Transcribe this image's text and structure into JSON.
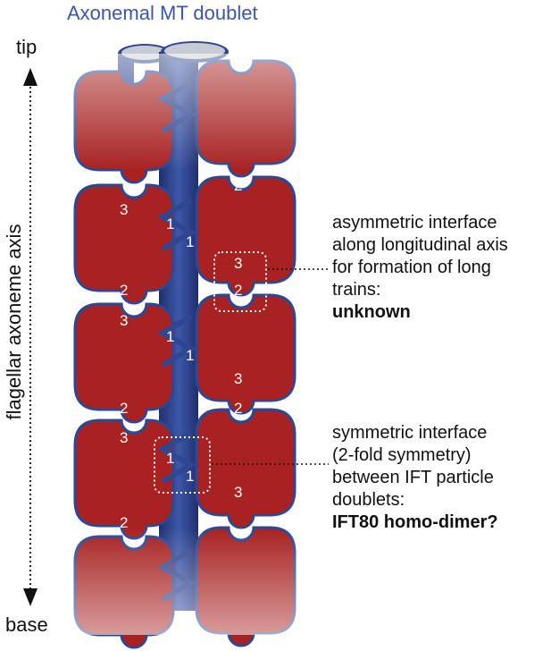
{
  "title": "Axonemal MT doublet",
  "axis": {
    "top": "tip",
    "bottom": "base",
    "label": "flagellar axoneme axis"
  },
  "interface_numbers": {
    "one": "1",
    "two": "2",
    "three": "3"
  },
  "annotations": {
    "asymmetric": {
      "lines": [
        "asymmetric interface",
        "along longitudinal axis",
        "for formation of long",
        "trains:"
      ],
      "answer": "unknown"
    },
    "symmetric": {
      "lines": [
        "symmetric interface",
        "(2-fold symmetry)",
        "between IFT particle",
        "doublets:"
      ],
      "answer": "IFT80 homo-dimer?"
    }
  },
  "colors": {
    "microtubule": "#2f4690",
    "microtubule_dark": "#1f2f6e",
    "particle": "#a82222",
    "particle_light": "#c98c8c",
    "text": "#111111",
    "title": "#3b57a8"
  }
}
